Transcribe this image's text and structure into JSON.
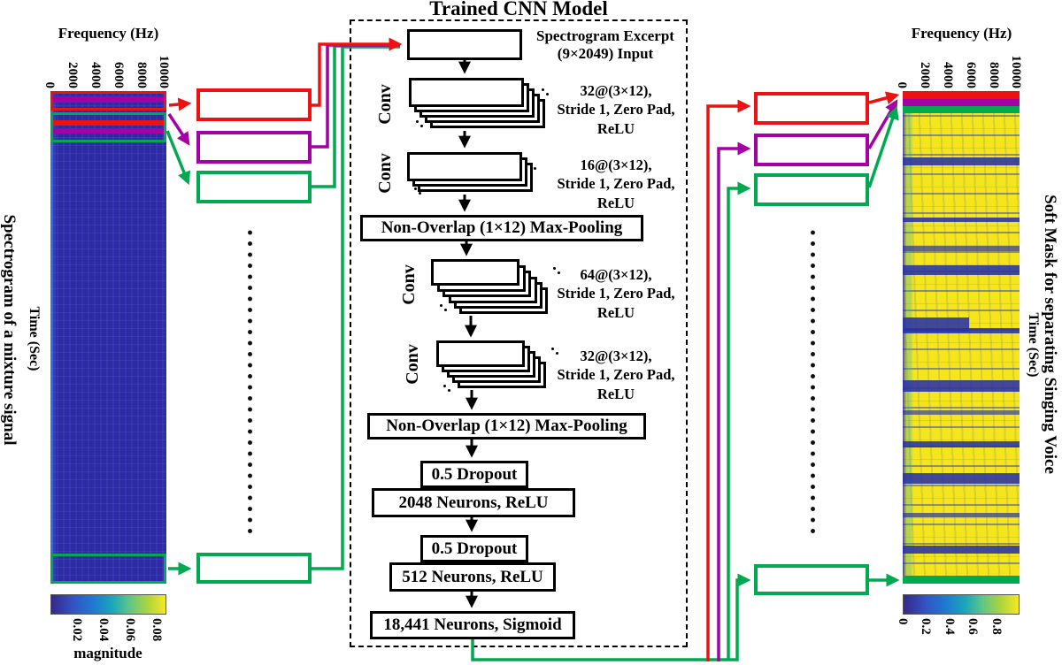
{
  "title": "Trained CNN Model",
  "colors": {
    "excerpt_red": "#ee1111",
    "excerpt_magenta": "#a400a6",
    "excerpt_green": "#00a94f",
    "mixture_spectrogram_blue": "#2e2aa2",
    "mask_yellow": "#f4e51d"
  },
  "left_panel": {
    "side_label": "Spectrogram of a mixture signal",
    "time_axis_label": "Time (Sec)",
    "freq_axis_label": "Frequency (Hz)",
    "freq_ticks": [
      "0",
      "2000",
      "4000",
      "6000",
      "8000",
      "10000"
    ],
    "colorbar": {
      "ticks": [
        "0.02",
        "0.04",
        "0.06",
        "0.08"
      ],
      "label": "magnitude"
    }
  },
  "right_panel": {
    "side_label": "Soft Mask for separating Singing Voice",
    "time_axis_label": "Time (Sec)",
    "freq_axis_label": "Frequency (Hz)",
    "freq_ticks": [
      "0",
      "2000",
      "4000",
      "6000",
      "8000",
      "10000"
    ],
    "colorbar": {
      "ticks": [
        "0",
        "0.2",
        "0.4",
        "0.6",
        "0.8"
      ]
    }
  },
  "cnn": {
    "input_label": "Spectrogram Excerpt\n(9×2049) Input",
    "conv_label": "Conv",
    "conv_layers": [
      {
        "spec": "32@(3×12),\nStride 1, Zero Pad,\nReLU"
      },
      {
        "spec": "16@(3×12),\nStride 1, Zero Pad,\nReLU"
      },
      {
        "spec": "64@(3×12),\nStride 1, Zero Pad,\nReLU"
      },
      {
        "spec": "32@(3×12),\nStride 1, Zero Pad,\nReLU"
      }
    ],
    "maxpool_label": "Non-Overlap (1×12) Max-Pooling",
    "dropout_label": "0.5 Dropout",
    "fc1_label": "2048 Neurons, ReLU",
    "fc2_label": "512 Neurons, ReLU",
    "output_label": "18,441 Neurons, Sigmoid"
  }
}
